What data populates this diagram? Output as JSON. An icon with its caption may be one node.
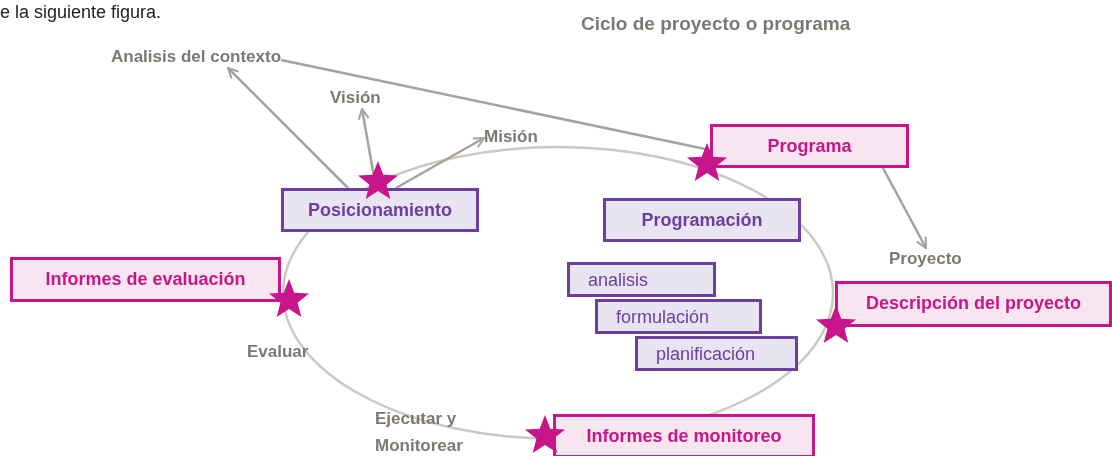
{
  "diagram": {
    "title": "Ciclo de proyecto o programa",
    "nodes": [
      {
        "text": [
          "Posicionamiento"
        ]
      },
      {
        "text": [
          "Analisis del contexto"
        ]
      },
      {
        "text": [
          "Visión"
        ]
      },
      {
        "text": [
          "Misión"
        ]
      },
      {
        "text": [
          "Programa"
        ]
      },
      {
        "text": [
          "Proyecto"
        ]
      },
      {
        "text": [
          "Programación"
        ]
      },
      {
        "text": [
          "analisis"
        ]
      },
      {
        "text": [
          "formulación"
        ]
      },
      {
        "text": [
          "planificación"
        ]
      },
      {
        "text": [
          "Informes de evaluación"
        ]
      },
      {
        "text": [
          "Descripción del proyecto"
        ]
      },
      {
        "text": [
          "Informes de monitoreo"
        ]
      }
    ],
    "edges": [
      {
        "from": 0,
        "to": 1,
        "arrow": "to"
      },
      {
        "from": 0,
        "to": 2,
        "arrow": "to"
      },
      {
        "from": 0,
        "to": 3,
        "arrow": "to"
      },
      {
        "from": 1,
        "to": 4,
        "arrow": "none"
      },
      {
        "from": 4,
        "to": 5,
        "arrow": "to"
      }
    ],
    "labels": [
      "e la siguiente figura.",
      "Evaluar",
      "Ejecutar y Monitorear"
    ]
  }
}
